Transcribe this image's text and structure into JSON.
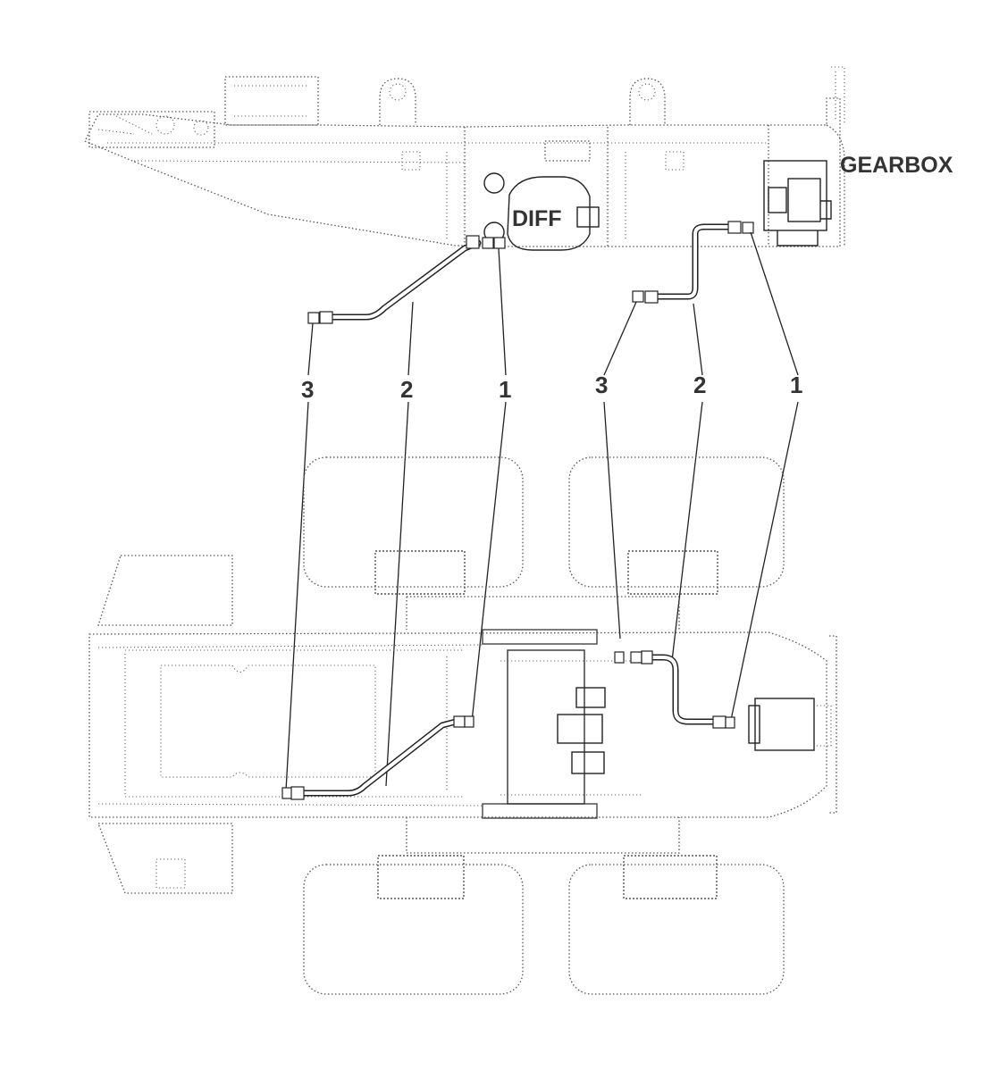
{
  "labels": {
    "gearbox": "GEARBOX",
    "diff": "DIFF"
  },
  "callouts": {
    "left": [
      "3",
      "2",
      "1"
    ],
    "right": [
      "3",
      "2",
      "1"
    ]
  }
}
